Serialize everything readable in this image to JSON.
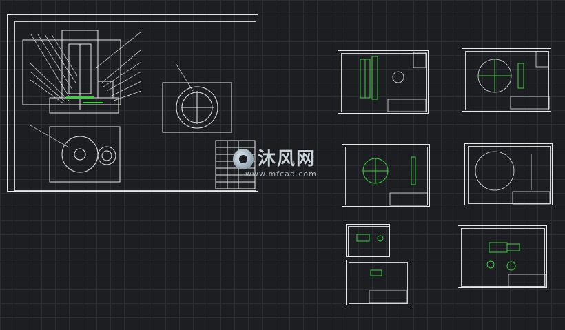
{
  "watermark": {
    "brand": "沐风网",
    "url": "www.mfcad.com"
  },
  "colors": {
    "background": "#1c1e22",
    "grid": "#2a2d33",
    "sheet_line": "#e8e8e8",
    "part_line": "#3bd13b",
    "dimension_line": "#f0f0f0"
  },
  "drawings": [
    {
      "id": "assembly",
      "description_icon": "assembly-drawing"
    },
    {
      "id": "shaft-part",
      "description_icon": "shaft-drawing"
    },
    {
      "id": "impeller-disc",
      "description_icon": "disc-drawing"
    },
    {
      "id": "blade-part",
      "description_icon": "blade-drawing"
    },
    {
      "id": "flange-disc",
      "description_icon": "flange-drawing"
    },
    {
      "id": "small-part-a",
      "description_icon": "small-part-drawing"
    },
    {
      "id": "small-part-b",
      "description_icon": "small-part-drawing"
    },
    {
      "id": "bracket-part",
      "description_icon": "bracket-drawing"
    }
  ]
}
